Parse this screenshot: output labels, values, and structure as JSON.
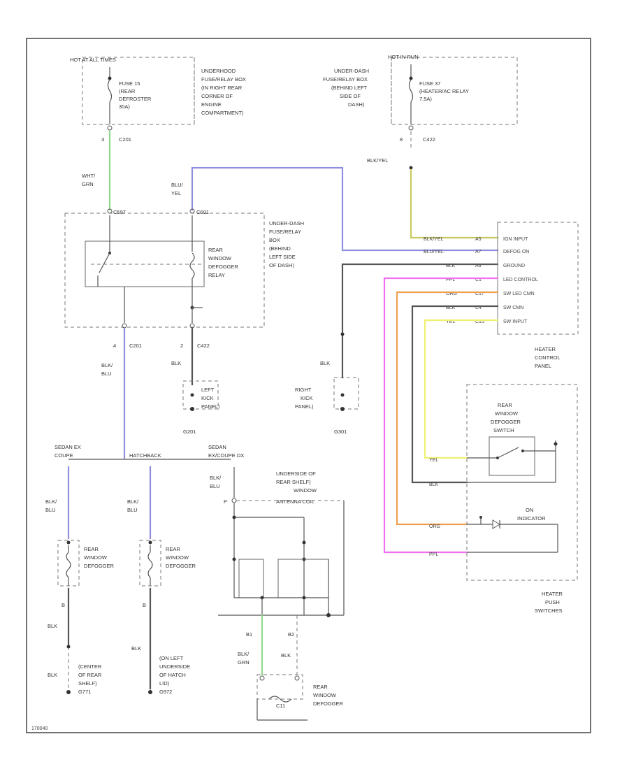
{
  "colors": {
    "frame": "#444444",
    "green": "#8fd98f",
    "blue": "#8f8fe0",
    "black": "#555555",
    "yellow_black": "#c8c860",
    "yellow": "#f0f070",
    "orange": "#f0a050",
    "pink": "#f070f0",
    "blue_yellow": "#7777cc"
  },
  "fuse_box_1": {
    "header": "HOT AT ALL TIMES",
    "fuse": [
      "FUSE 15",
      "(REAR",
      "DEFROSTER",
      "30A)"
    ],
    "location": [
      "UNDERHOOD",
      "FUSE/RELAY BOX",
      "(IN RIGHT REAR",
      "CORNER OF",
      "ENGINE",
      "COMPARTMENT)"
    ],
    "pin": "3",
    "connector": "C201"
  },
  "fuse_box_2": {
    "header": "HOT IN RUN",
    "location": [
      "UNDER-DASH",
      "FUSE/RELAY BOX",
      "(BEHIND LEFT",
      "SIDE OF",
      "DASH)"
    ],
    "fuse": [
      "FUSE 37",
      "(HEATER/AC RELAY",
      "7.5A)"
    ],
    "pin": "8",
    "connector": "C422",
    "wire": "BLK/YEL"
  },
  "relay": {
    "wire_in": [
      "WHT/",
      "GRN"
    ],
    "wire_in2": [
      "BLU/",
      "YEL"
    ],
    "c_left": "C597",
    "c_right": "C601",
    "location": [
      "UNDER-DASH",
      "FUSE/RELAY",
      "BOX",
      "(BEHIND",
      "LEFT SIDE",
      "OF DASH)"
    ],
    "name": [
      "REAR",
      "WINDOW",
      "DEFOGGER",
      "RELAY"
    ],
    "pin_left": "4",
    "conn_left": "C201",
    "pin_right": "2",
    "conn_right": "C422"
  },
  "grounds": {
    "left_wire": "BLK",
    "left_label": [
      "LEFT",
      "KICK",
      "PANEL)"
    ],
    "left_id": "G201",
    "right_wire": "BLK",
    "right_label": [
      "RIGHT",
      "KICK",
      "PANEL)"
    ],
    "right_id": "G301"
  },
  "heater_control": {
    "pins": [
      {
        "wire": "BLK/YEL",
        "pin": "A5",
        "func": "IGN INPUT"
      },
      {
        "wire": "BLU/YEL",
        "pin": "A7",
        "func": "DEFOG ON"
      },
      {
        "wire": "BLK",
        "pin": "A6",
        "func": "GROUND"
      },
      {
        "wire": "PPL",
        "pin": "C1",
        "func": "LED CONTROL"
      },
      {
        "wire": "ORG",
        "pin": "C17",
        "func": "SW LED CMN"
      },
      {
        "wire": "BLK",
        "pin": "C4",
        "func": "SW CMN"
      },
      {
        "wire": "YEL",
        "pin": "C15",
        "func": "SW INPUT"
      }
    ],
    "name": [
      "HEATER",
      "CONTROL",
      "PANEL"
    ]
  },
  "push_switches": {
    "switch_name": [
      "REAR",
      "WINDOW",
      "DEFOGGER",
      "SWITCH"
    ],
    "indicator": [
      "ON",
      "INDICATOR"
    ],
    "wire_yel": "YEL",
    "wire_blk": "BLK",
    "wire_org": "ORG",
    "wire_ppl": "PPL",
    "name": [
      "HEATER",
      "PUSH",
      "SWITCHES"
    ]
  },
  "distribution": {
    "left": [
      "SEDAN EX",
      "COUPE"
    ],
    "center": "HATCHBACK",
    "right": [
      "SEDAN",
      "EX/COUPE DX"
    ],
    "wire_center": [
      "BLK/",
      "BLU"
    ]
  },
  "defoggers": {
    "left_wire": [
      "BLK/",
      "BLU"
    ],
    "left_name": [
      "REAR",
      "WINDOW",
      "DEFOGGER"
    ],
    "left_pin": "B",
    "left_bot_wire": "BLK",
    "left_bot_wire2": "BLK",
    "left_ground": [
      "(CENTER",
      "OF REAR",
      "SHELF)",
      "G771"
    ],
    "mid_wire": [
      "BLK/",
      "BLU"
    ],
    "mid_name": [
      "REAR",
      "WINDOW",
      "DEFOGGER"
    ],
    "mid_pin": "B",
    "mid_bot_wire": "BLK",
    "mid_ground": [
      "(ON LEFT",
      "UNDERSIDE",
      "OF HATCH",
      "LID)",
      "G972"
    ]
  },
  "shelf_defogger": {
    "wire_top": [
      "BLK/",
      "BLU"
    ],
    "pin": "P",
    "location": [
      "UNDERSIDE OF",
      "REAR SHELF)",
      "WINDOW"
    ],
    "noise": "ANTENNA COIL",
    "pin_b1": "B1",
    "pin_b2": "B2",
    "wire_b1": [
      "BLK/",
      "GRN"
    ],
    "wire_b2": "BLK",
    "name": [
      "REAR",
      "WINDOW",
      "DEFOGGER"
    ],
    "plate": "C11"
  },
  "footer": "170040"
}
